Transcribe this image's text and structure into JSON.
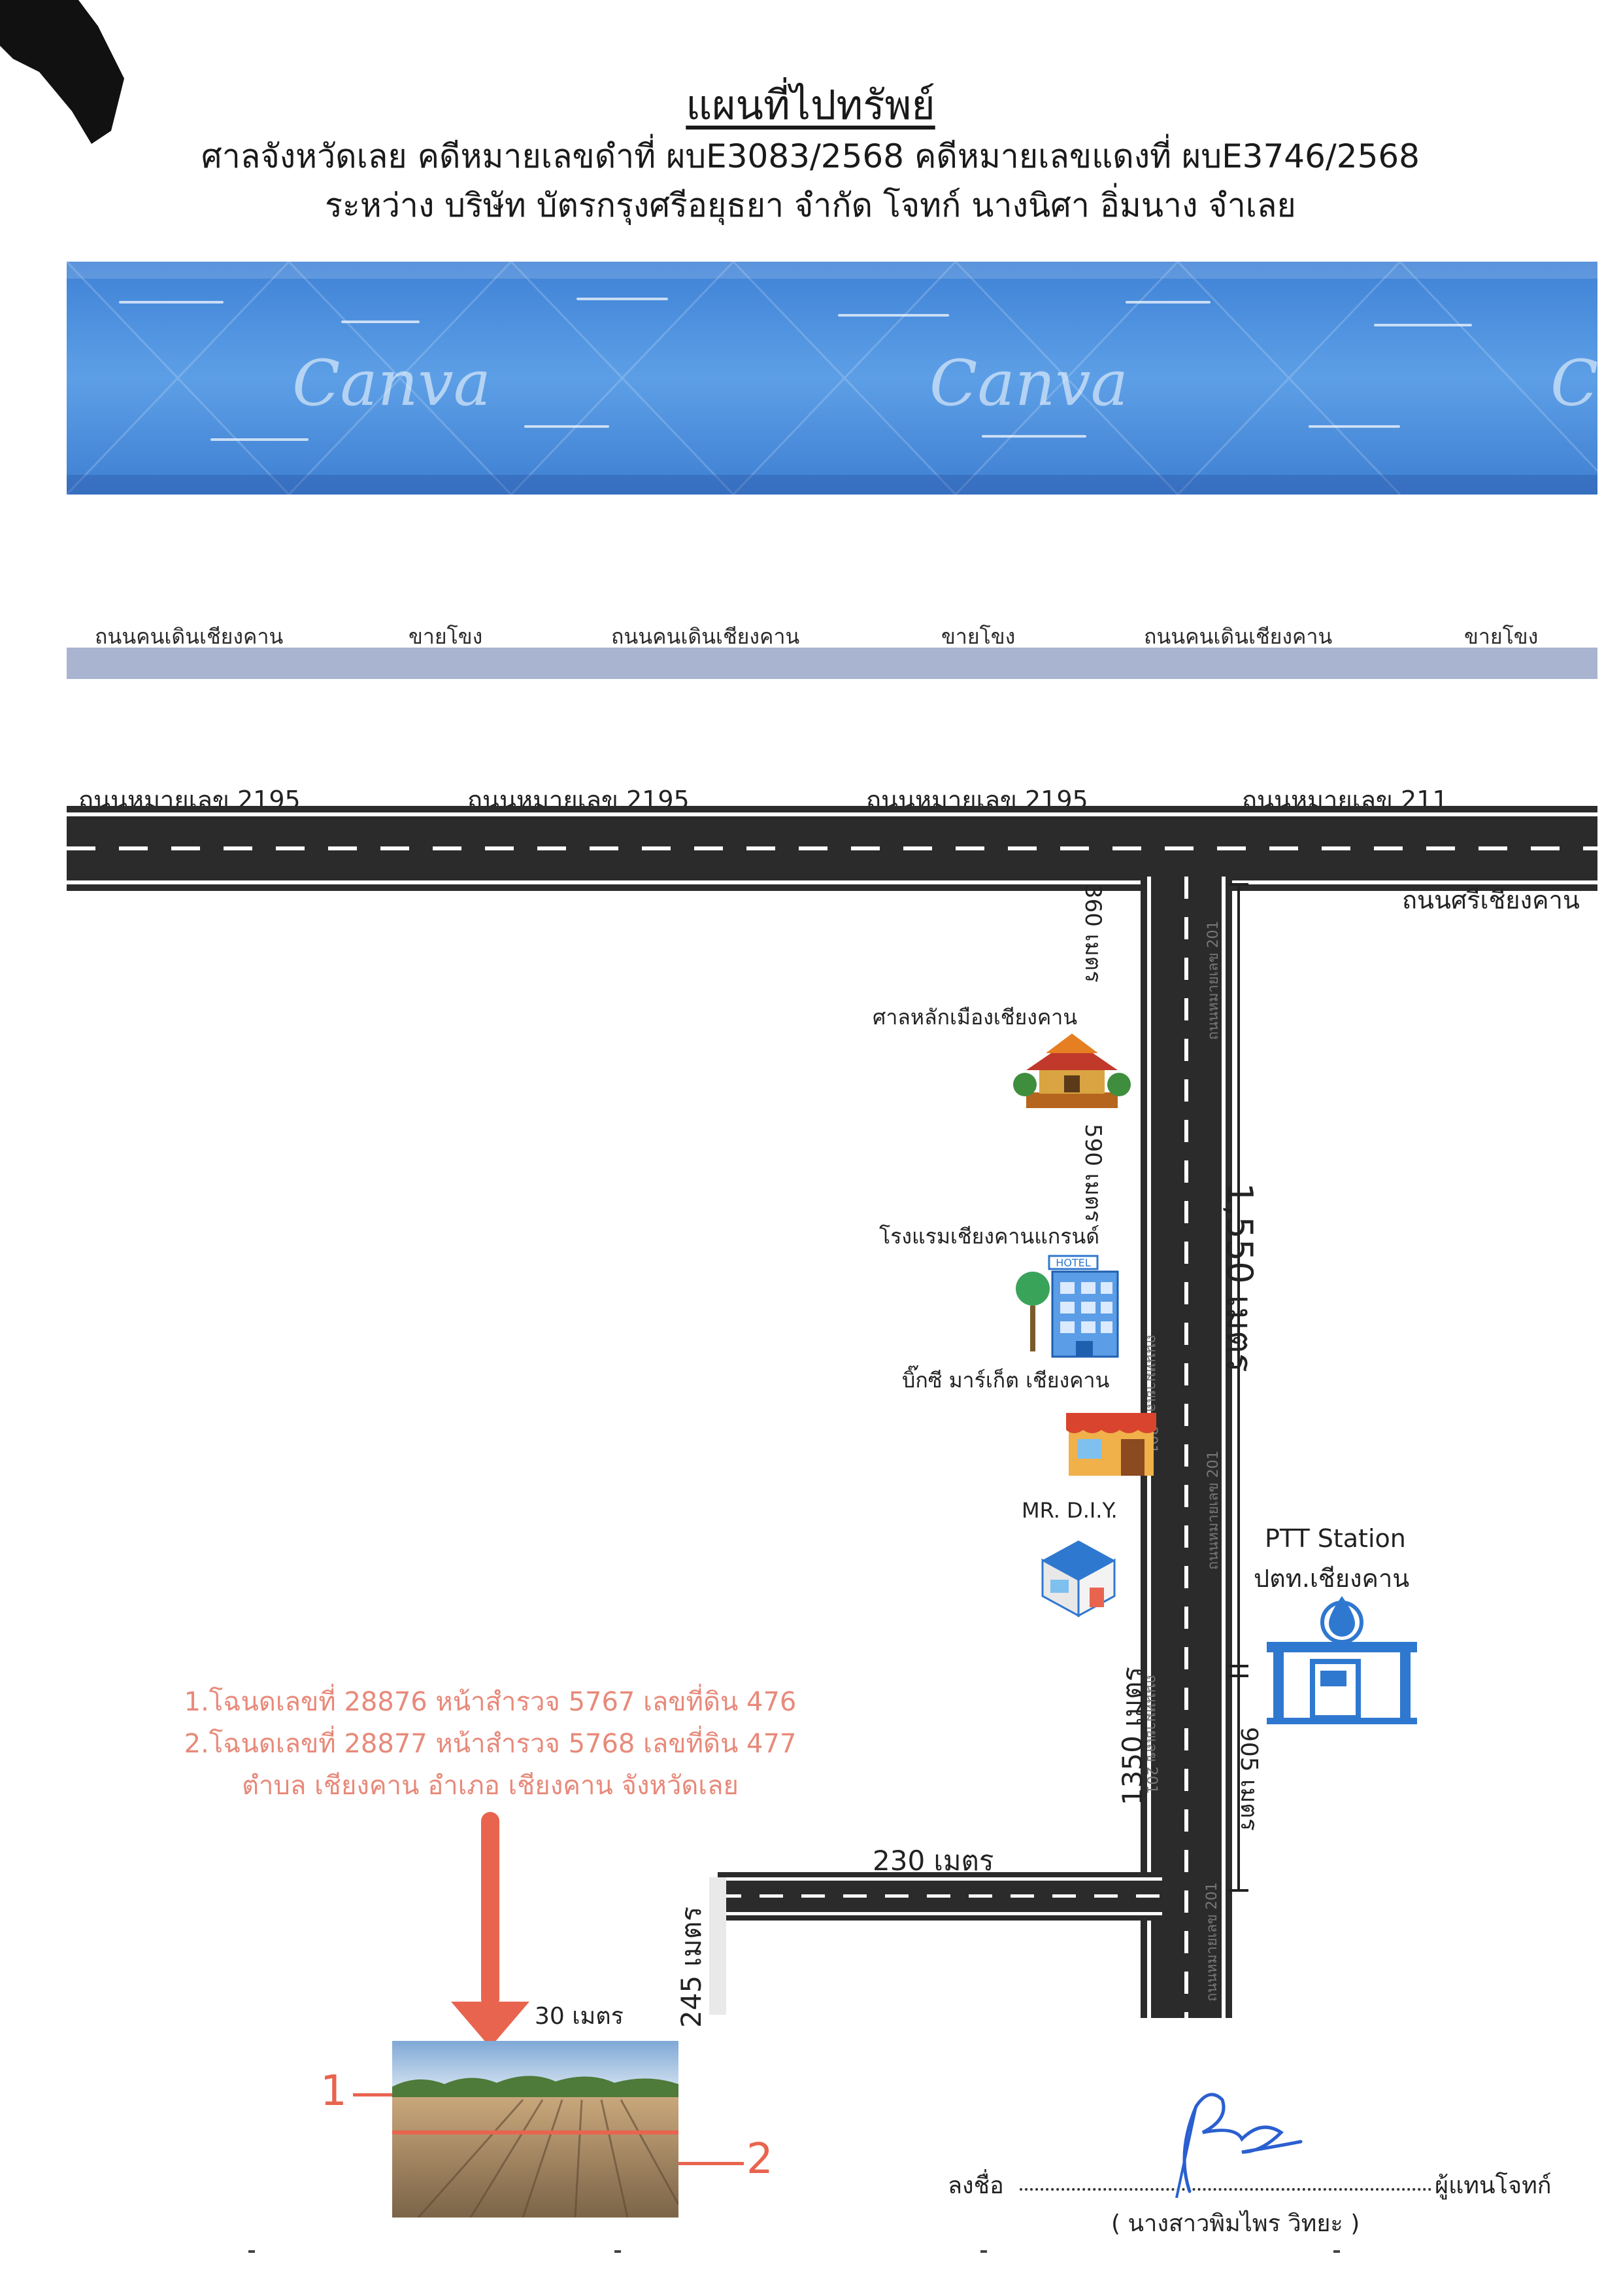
{
  "header": {
    "title": "แผนที่ไปทรัพย์",
    "case_line": "ศาลจังหวัดเลย คดีหมายเลขดำที่ ผบE3083/2568 คดีหมายเลขแดงที่ ผบE3746/2568",
    "parties_line": "ระหว่าง บริษัท บัตรกรุงศรีอยุธยา จำกัด โจทก์ นางนิศา อิ่มนาง จำเลย"
  },
  "river": {
    "watermarks": [
      "Canva",
      "Canva",
      "C"
    ]
  },
  "walking_street": {
    "labels": [
      "ถนนคนเดินเชียงคาน",
      "ขายโขง",
      "ถนนคนเดินเชียงคาน",
      "ขายโขง",
      "ถนนคนเดินเชียงคาน",
      "ขายโขง"
    ]
  },
  "main_road": {
    "labels": [
      "ถนนหมายเลข 2195",
      "ถนนหมายเลข 2195",
      "ถนนหมายเลข 2195",
      "ถนนหมายเลข 211"
    ],
    "side_road": "ถนนศรีเชียงคาน"
  },
  "vertical_road": {
    "label": "ถนนหมายเลข 201"
  },
  "distances": {
    "d1": "360 เมตร",
    "d2": "590 เมตร",
    "d3": "1,550 เมตร",
    "d4": "1350 เมตร",
    "d5": "905 เมตร",
    "d6": "230 เมตร",
    "d7": "245 เมตร",
    "d8": "30 เมตร"
  },
  "landmarks": {
    "shrine": "ศาลหลักเมืองเชียงคาน",
    "hotel": "โรงแรมเชียงคานแกรนด์",
    "hotel_sign": "HOTEL",
    "market": "บิ๊กซี มาร์เก็ต เชียงคาน",
    "diy": "MR. D.I.Y.",
    "ptt_en": "PTT Station",
    "ptt_th": "ปตท.เชียงคาน"
  },
  "deeds": {
    "line1": "1.โฉนดเลขที่ 28876 หน้าสำรวจ 5767 เลขที่ดิน 476",
    "line2": "2.โฉนดเลขที่ 28877 หน้าสำรวจ 5768 เลขที่ดิน 477",
    "line3": "ตำบล เชียงคาน อำเภอ เชียงคาน จังหวัดเลย"
  },
  "plots": {
    "p1": "1",
    "p2": "2"
  },
  "signature": {
    "prefix": "ลงชื่อ",
    "suffix": "ผู้แทนโจทก์",
    "name": "( นางสาวพิมไพร วิทยะ )"
  },
  "colors": {
    "river": "#4a8fdc",
    "road": "#2b2b2b",
    "walking_street": "#a9b4d0",
    "deed_text": "#e8897a",
    "arrow": "#e8644f",
    "ptt": "#2f78cf"
  }
}
